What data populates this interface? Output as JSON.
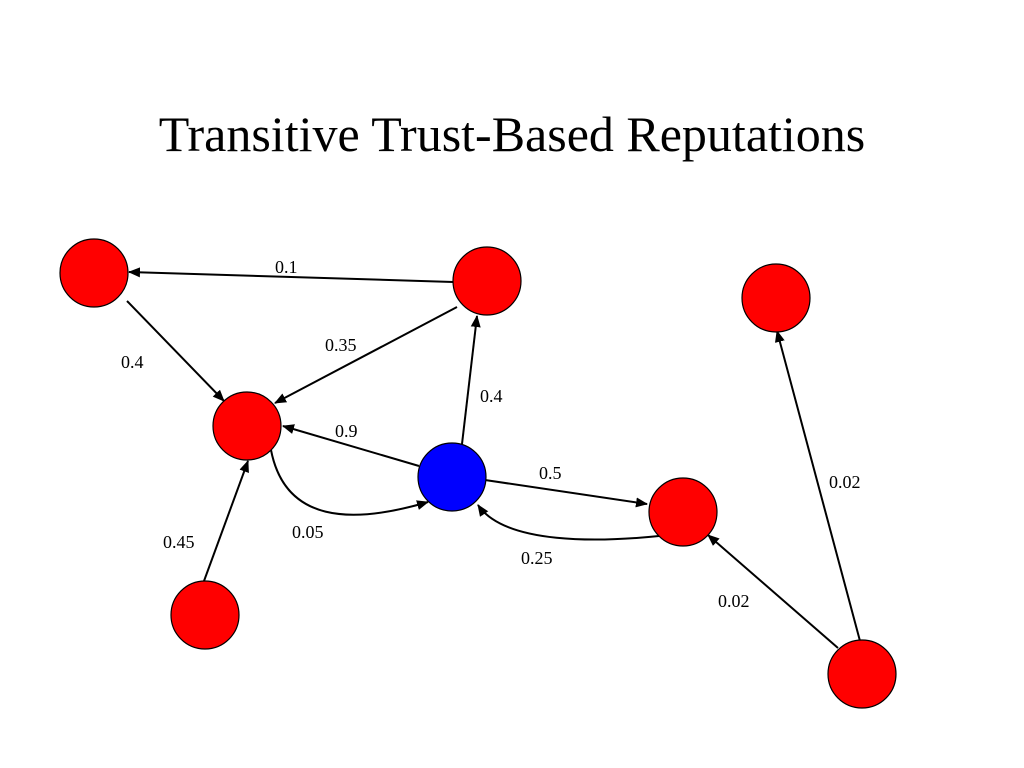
{
  "slide": {
    "title": "Transitive Trust-Based Reputations"
  },
  "graph": {
    "colors": {
      "default_node": "#ff0000",
      "focal_node": "#0000ff",
      "edge": "#000000"
    },
    "nodes": [
      {
        "id": "n1",
        "color": "#ff0000"
      },
      {
        "id": "n2",
        "color": "#ff0000"
      },
      {
        "id": "n3",
        "color": "#ff0000"
      },
      {
        "id": "n4",
        "color": "#ff0000"
      },
      {
        "id": "n5",
        "color": "#ff0000"
      },
      {
        "id": "n6",
        "color": "#ff0000"
      },
      {
        "id": "n7",
        "color": "#ff0000"
      },
      {
        "id": "n8",
        "color": "#ff0000"
      },
      {
        "id": "center",
        "color": "#0000ff"
      }
    ],
    "edges": [
      {
        "id": "e1",
        "from": "n2",
        "to": "n1",
        "weight": "0.1"
      },
      {
        "id": "e2",
        "from": "n1",
        "to": "n3",
        "weight": "0.4"
      },
      {
        "id": "e3",
        "from": "n2",
        "to": "n3",
        "weight": "0.35"
      },
      {
        "id": "e4",
        "from": "center",
        "to": "n2",
        "weight": "0.4"
      },
      {
        "id": "e5",
        "from": "center",
        "to": "n3",
        "weight": "0.9"
      },
      {
        "id": "e6",
        "from": "n3",
        "to": "center",
        "weight": "0.05"
      },
      {
        "id": "e7",
        "from": "n5",
        "to": "n3",
        "weight": "0.45"
      },
      {
        "id": "e8",
        "from": "center",
        "to": "n6",
        "weight": "0.5"
      },
      {
        "id": "e9",
        "from": "n6",
        "to": "center",
        "weight": "0.25"
      },
      {
        "id": "e10",
        "from": "n7",
        "to": "n6",
        "weight": "0.02"
      },
      {
        "id": "e11",
        "from": "n7",
        "to": "n4",
        "weight": "0.02"
      }
    ]
  }
}
